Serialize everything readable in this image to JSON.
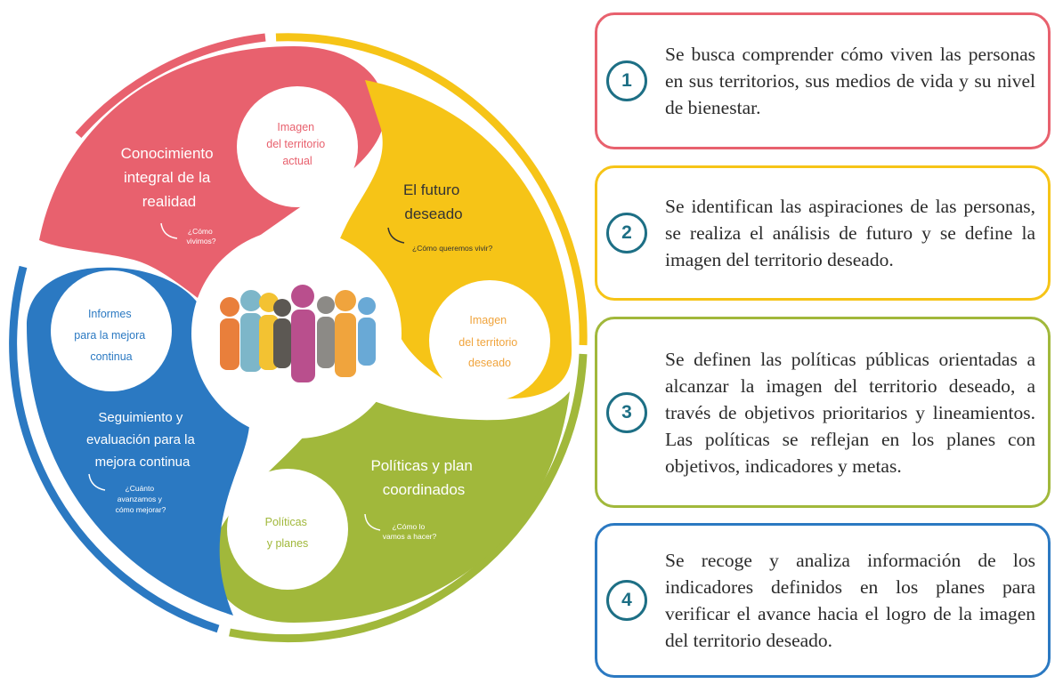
{
  "cycle": {
    "red": {
      "title": [
        "Conocimiento",
        "integral de la",
        "realidad"
      ],
      "circle": [
        "Imagen",
        "del territorio",
        "actual"
      ],
      "question": [
        "¿Cómo",
        "vivimos?"
      ]
    },
    "yellow": {
      "title": [
        "El futuro",
        "deseado"
      ],
      "circle": [
        "Imagen",
        "del territorio",
        "deseado"
      ],
      "question": [
        "¿Cómo queremos vivir?"
      ]
    },
    "green": {
      "title": [
        "Políticas y plan",
        "coordinados"
      ],
      "circle": [
        "Políticas",
        "y planes"
      ],
      "question": [
        "¿Cómo lo",
        "vamos a hacer?"
      ]
    },
    "blue": {
      "title": [
        "Seguimiento y",
        "evaluación para la",
        "mejora continua"
      ],
      "circle": [
        "Informes",
        "para la mejora",
        "continua"
      ],
      "question": [
        "¿Cuánto",
        "avanzamos y",
        "cómo mejorar?"
      ]
    }
  },
  "steps": [
    {
      "number": "1",
      "text": "Se busca comprender cómo viven las personas en sus territorios, sus medios de vida y su nivel de bienestar."
    },
    {
      "number": "2",
      "text": "Se identifican las aspiraciones de las personas, se realiza el análisis de futuro y se define la imagen del territorio deseado."
    },
    {
      "number": "3",
      "text": "Se definen las políticas públicas orientadas a alcanzar la imagen del territorio deseado, a través de objetivos prioritarios y lineamientos. Las políticas se reflejan en los planes con objetivos, indicadores y metas."
    },
    {
      "number": "4",
      "text": "Se recoge y analiza información de los indicadores definidos en los planes para verificar el avance hacia el logro de la imagen del territorio deseado."
    }
  ],
  "colors": {
    "red": "#e8616e",
    "yellow": "#f6c417",
    "green": "#a1b83b",
    "blue": "#2b79c2",
    "number_ring": "#1d6f85"
  }
}
